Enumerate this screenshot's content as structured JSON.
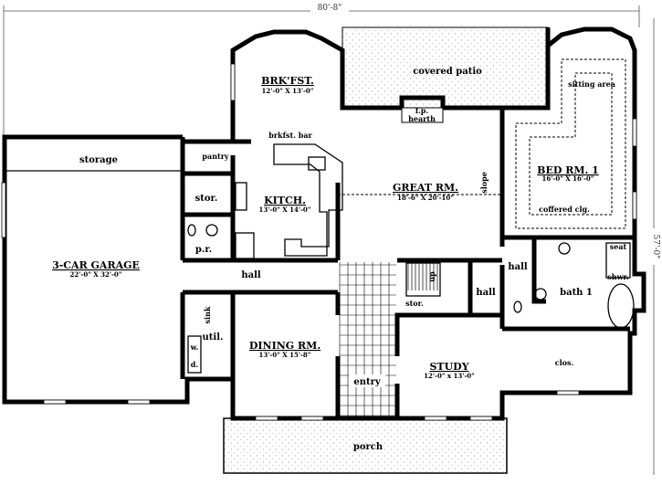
{
  "dimensions": {
    "overall_width": "80'-8\"",
    "overall_depth": "57'-0\""
  },
  "rooms": {
    "garage": {
      "name": "3-CAR GARAGE",
      "size": "22'-0\" X 32'-0\""
    },
    "storage": {
      "name": "storage"
    },
    "pantry": {
      "name": "pantry"
    },
    "stor_left": {
      "name": "stor."
    },
    "powder": {
      "name": "p.r."
    },
    "breakfast": {
      "name": "BRK'FST.",
      "size": "12'-0\" X 13'-0\""
    },
    "breakfast_bar": {
      "name": "brkfst. bar"
    },
    "kitchen": {
      "name": "KITCH.",
      "size": "13'-0\" X 14'-0\""
    },
    "covered_patio": {
      "name": "covered patio"
    },
    "fireplace": {
      "name": "f.p."
    },
    "hearth": {
      "name": "hearth"
    },
    "great_room": {
      "name": "GREAT RM.",
      "size": "18'-6\" X 20'-10\""
    },
    "slope": {
      "name": "slope"
    },
    "bedroom1": {
      "name": "BED RM. 1",
      "size": "16'-0\" X 16'-0\""
    },
    "sitting_area": {
      "name": "sitting area"
    },
    "coffered": {
      "name": "coffered clg."
    },
    "hall_main": {
      "name": "hall"
    },
    "hall_right": {
      "name": "hall"
    },
    "hall_bed": {
      "name": "hall"
    },
    "bath1": {
      "name": "bath 1"
    },
    "seat": {
      "name": "seat"
    },
    "shower": {
      "name": "shwr."
    },
    "closet": {
      "name": "clos."
    },
    "utility": {
      "name": "util."
    },
    "sink": {
      "name": "sink"
    },
    "washer": {
      "name": "w."
    },
    "dryer": {
      "name": "d."
    },
    "dining": {
      "name": "DINING RM.",
      "size": "13'-0\" X 15'-8\""
    },
    "entry": {
      "name": "entry"
    },
    "stor_stair": {
      "name": "stor."
    },
    "up": {
      "name": "up"
    },
    "study": {
      "name": "STUDY",
      "size": "12'-0\" x 13'-0\""
    },
    "porch": {
      "name": "porch"
    }
  }
}
